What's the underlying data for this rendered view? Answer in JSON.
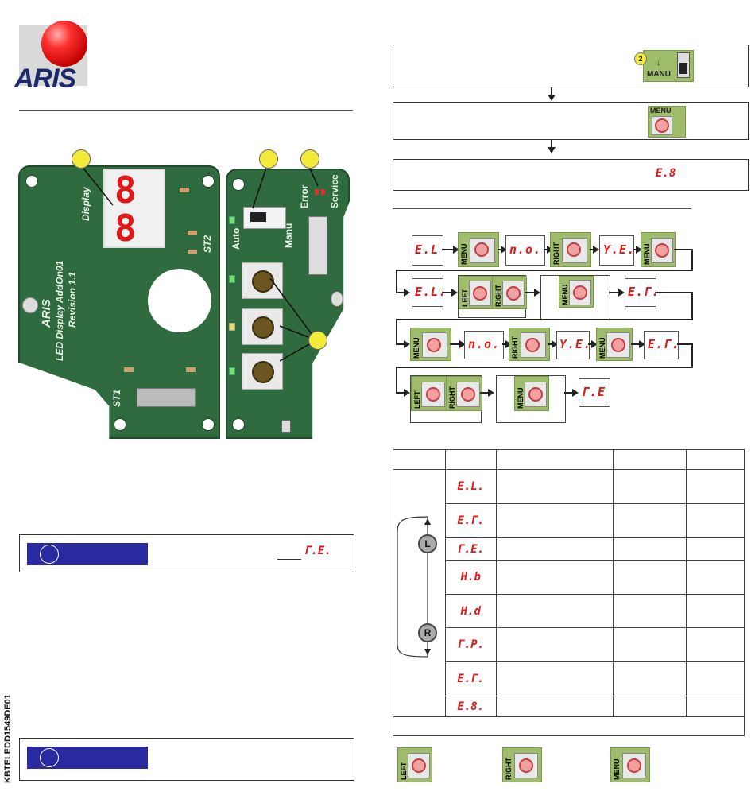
{
  "logo": {
    "text": "ARIS"
  },
  "doc_code": "KBTELEDD1549DE01",
  "left_board": {
    "label_display": "Display",
    "label_st2": "ST2",
    "label_st1": "ST1",
    "brand": "ARIS",
    "product": "LED Display AddOn01",
    "revision": "Revision 1.1",
    "display_digits": [
      "8",
      "8"
    ]
  },
  "right_board": {
    "label_auto": "Auto",
    "label_manu": "Manu",
    "label_error": "Error",
    "label_service": "Service"
  },
  "step_flow": {
    "step1_button": "MANU",
    "step1_badge": "2",
    "step2_button": "MENU",
    "step3_code": "E.8"
  },
  "menu_flow": {
    "row1": [
      "E.L",
      "n.o.",
      "Y.E."
    ],
    "row2": [
      "E.L.",
      "E.Γ."
    ],
    "row3": [
      "n.o.",
      "Y.E.",
      "E.Γ."
    ],
    "row4": [
      "Γ.E"
    ],
    "btn_menu": "MENU",
    "btn_left": "LEFT",
    "btn_right": "RIGHT"
  },
  "blue_box_code": "Γ.E.",
  "error_table": {
    "codes": [
      "E.L.",
      "E.Γ.",
      "Γ.E.",
      "H.b",
      "H.d",
      "Γ.P.",
      "E.Γ.",
      "E.8."
    ]
  },
  "legend_buttons": [
    "LEFT",
    "RIGHT",
    "MENU"
  ],
  "lr_labels": [
    "L",
    "R"
  ]
}
